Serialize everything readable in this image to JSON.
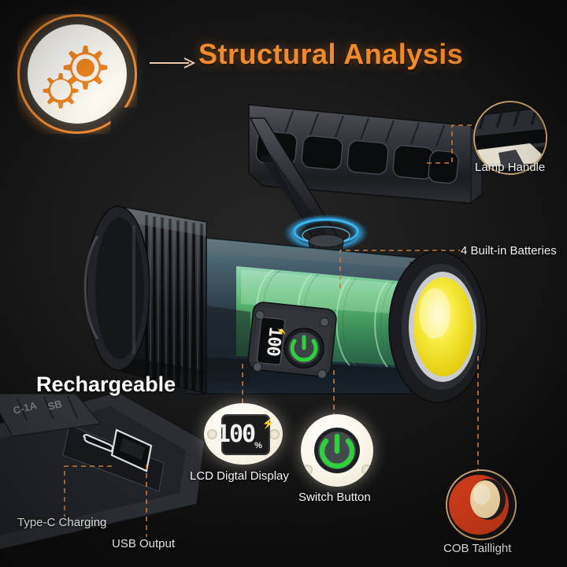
{
  "page": {
    "title": "Structural Analysis",
    "background_color": "#141414",
    "accent_color": "#f08a2a",
    "label_color": "#f2f2f2"
  },
  "badge": {
    "icon": "gears-icon",
    "ring_color": "#e8822a",
    "disc_color": "#fdfaf2"
  },
  "arrow": {
    "icon": "arrow-right-icon",
    "color": "#e8c9b0"
  },
  "headings": {
    "rechargeable": "Rechargeable"
  },
  "callouts": [
    {
      "id": "lamp-handle",
      "label": "Lamp Handle",
      "detail": "close-up of ribbed lamp handle"
    },
    {
      "id": "batteries",
      "label": "4 Built-in Batteries",
      "detail": "four green cells inside body"
    },
    {
      "id": "type-c",
      "label": "Type-C Charging",
      "detail": "usb-c port"
    },
    {
      "id": "usb-output",
      "label": "USB Output",
      "detail": "usb-a port"
    },
    {
      "id": "lcd-display",
      "label": "LCD Digtal Display",
      "detail": "lcd screen"
    },
    {
      "id": "switch-button",
      "label": "Switch Button",
      "detail": "power switch"
    },
    {
      "id": "cob-taillight",
      "label": "COB Taillight",
      "detail": "red cob panel"
    }
  ],
  "lcd": {
    "value": "100",
    "unit": "%",
    "charge_icon": "lightning-bolt-icon",
    "bolt_color": "#34c24a"
  },
  "switch": {
    "icon": "power-icon",
    "color": "#2fcf3e"
  },
  "taillight": {
    "color": "#e8401a",
    "highlight": "#f7dcab"
  },
  "device": {
    "body_color": "#2a2c30",
    "battery_color": "#6fd07a",
    "cob_color": "#f5e21a",
    "knob_glow": "#2aa6e8",
    "handle_cutouts": 5
  }
}
